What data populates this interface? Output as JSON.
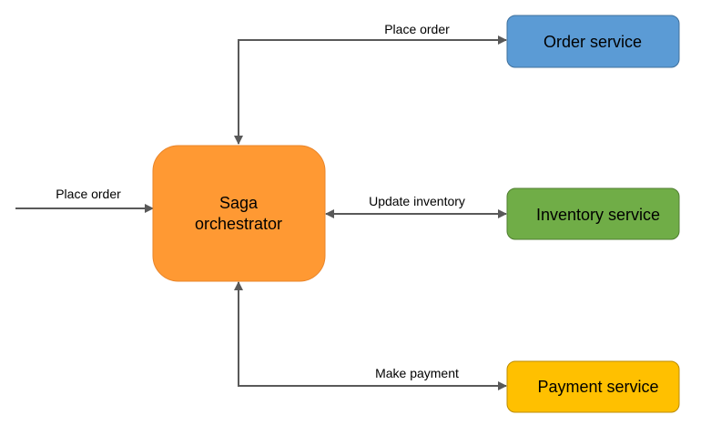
{
  "nodes": {
    "orchestrator": {
      "line1": "Saga",
      "line2": "orchestrator",
      "fill": "#FF9933",
      "stroke": "#E9852A"
    },
    "order_service": {
      "label": "Order service",
      "fill": "#5B9BD5",
      "stroke": "#41719C"
    },
    "inventory_service": {
      "label": "Inventory service",
      "fill": "#70AD47",
      "stroke": "#507E32"
    },
    "payment_service": {
      "label": "Payment service",
      "fill": "#FFC000",
      "stroke": "#BC8C00"
    }
  },
  "edges": {
    "incoming": {
      "label": "Place order"
    },
    "to_order": {
      "label": "Place order"
    },
    "to_inventory": {
      "label": "Update inventory"
    },
    "to_payment": {
      "label": "Make payment"
    }
  },
  "colors": {
    "arrow": "#595959"
  }
}
